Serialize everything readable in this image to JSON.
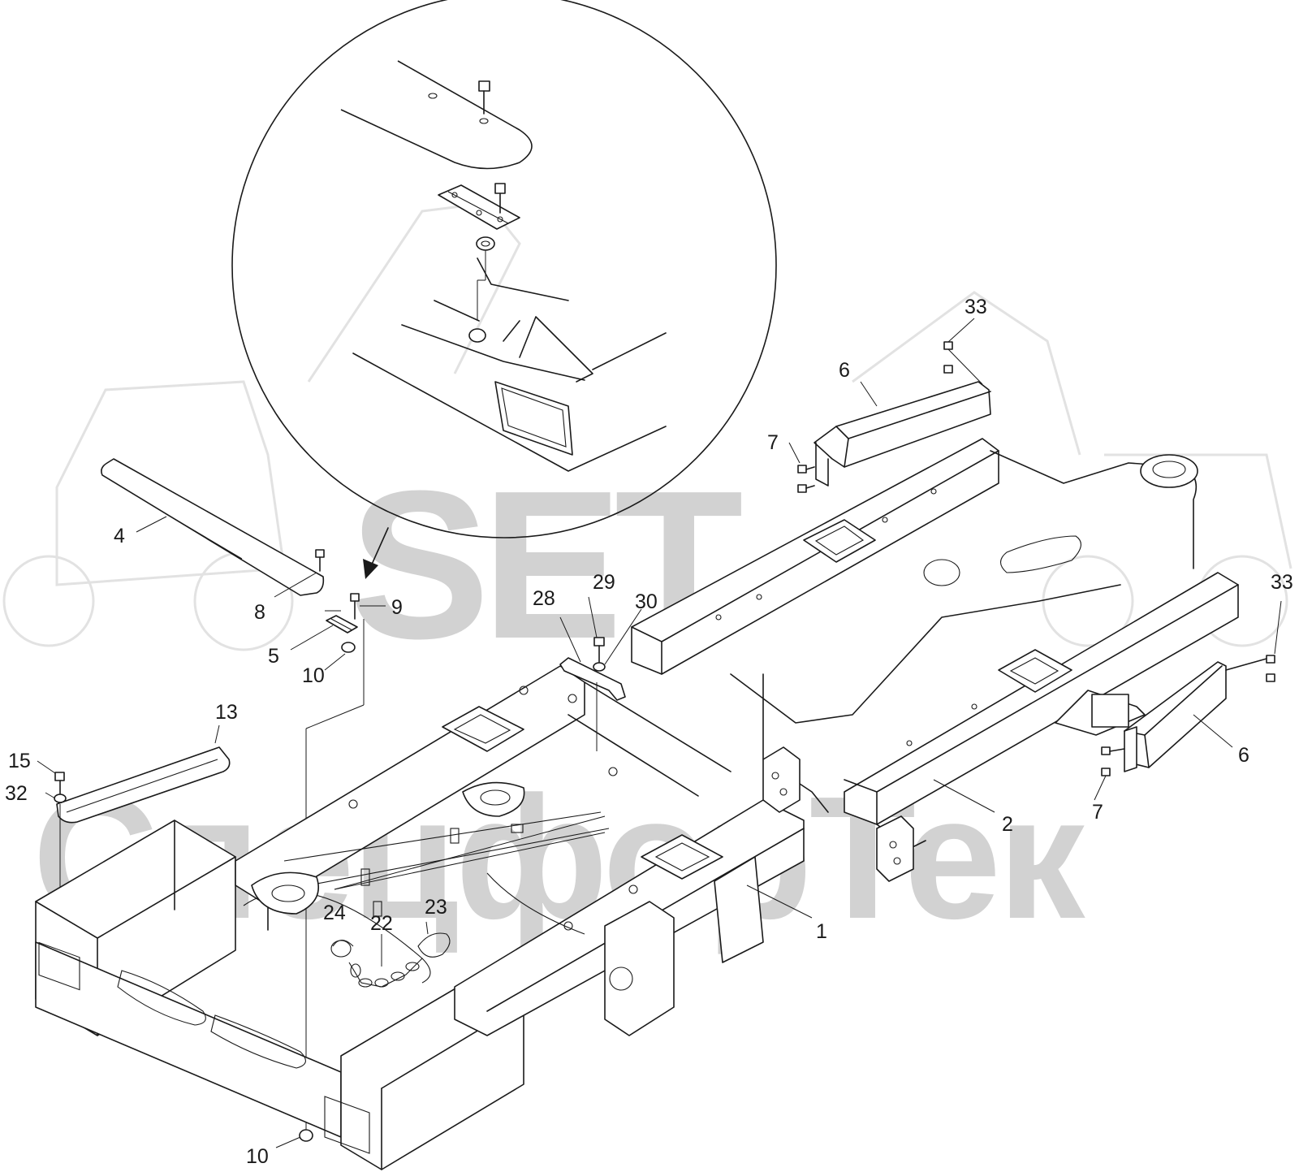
{
  "watermark": {
    "logo_text": "SET",
    "brand_text": "СпецфорТек"
  },
  "callouts": [
    {
      "id": "1",
      "label": "1"
    },
    {
      "id": "2",
      "label": "2"
    },
    {
      "id": "4",
      "label": "4"
    },
    {
      "id": "5",
      "label": "5"
    },
    {
      "id": "6a",
      "label": "6"
    },
    {
      "id": "6b",
      "label": "6"
    },
    {
      "id": "7a",
      "label": "7"
    },
    {
      "id": "7b",
      "label": "7"
    },
    {
      "id": "8",
      "label": "8"
    },
    {
      "id": "9",
      "label": "9"
    },
    {
      "id": "10a",
      "label": "10"
    },
    {
      "id": "10b",
      "label": "10"
    },
    {
      "id": "13",
      "label": "13"
    },
    {
      "id": "15",
      "label": "15"
    },
    {
      "id": "22",
      "label": "22"
    },
    {
      "id": "23",
      "label": "23"
    },
    {
      "id": "24",
      "label": "24"
    },
    {
      "id": "28",
      "label": "28"
    },
    {
      "id": "29",
      "label": "29"
    },
    {
      "id": "30",
      "label": "30"
    },
    {
      "id": "32",
      "label": "32"
    },
    {
      "id": "33a",
      "label": "33"
    },
    {
      "id": "33b",
      "label": "33"
    }
  ]
}
